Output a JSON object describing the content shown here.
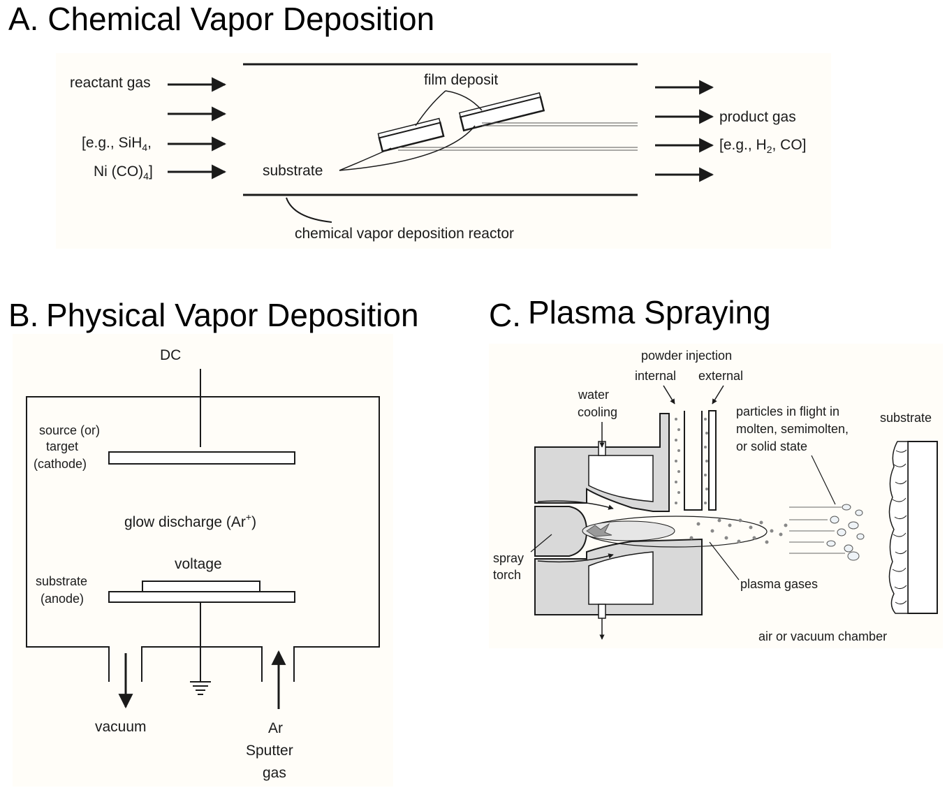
{
  "titles": {
    "a": "A. Chemical Vapor Deposition",
    "b_letter": "B.",
    "b": "Physical Vapor Deposition",
    "c_letter": "C.",
    "c": "Plasma Spraying"
  },
  "cvd": {
    "reactant_gas": "reactant gas",
    "eg_prefix": "[e.g., SiH",
    "eg_sub": "4",
    "eg_suffix": ",",
    "ni_prefix": "Ni (CO)",
    "ni_sub": "4",
    "ni_suffix": "]",
    "film_deposit": "film deposit",
    "substrate": "substrate",
    "product_gas": "product gas",
    "prod_eg_prefix": "[e.g., H",
    "prod_eg_sub": "2",
    "prod_eg_suffix": ", CO]",
    "reactor": "chemical vapor deposition reactor"
  },
  "pvd": {
    "dc": "DC",
    "source_line1": "source (or)",
    "source_line2": "target",
    "source_line3": "(cathode)",
    "glow": "glow discharge (Ar",
    "glow_sup": "+",
    "glow_end": ")",
    "voltage": "voltage",
    "substrate_line1": "substrate",
    "substrate_line2": "(anode)",
    "vacuum": "vacuum",
    "ar_line1": "Ar",
    "ar_line2": "Sputter",
    "ar_line3": "gas"
  },
  "plasma": {
    "powder_injection": "powder injection",
    "internal": "internal",
    "external": "external",
    "water_line1": "water",
    "water_line2": "cooling",
    "particles_line1": "particles in flight in",
    "particles_line2": "molten, semimolten,",
    "particles_line3": "or solid state",
    "substrate": "substrate",
    "spray_line1": "spray",
    "spray_line2": "torch",
    "plasma_gases": "plasma gases",
    "chamber": "air or vacuum chamber"
  },
  "colors": {
    "torch_fill": "#d9d9d9",
    "panel_bg": "#fffdf8",
    "ink": "#1a1a1a"
  }
}
